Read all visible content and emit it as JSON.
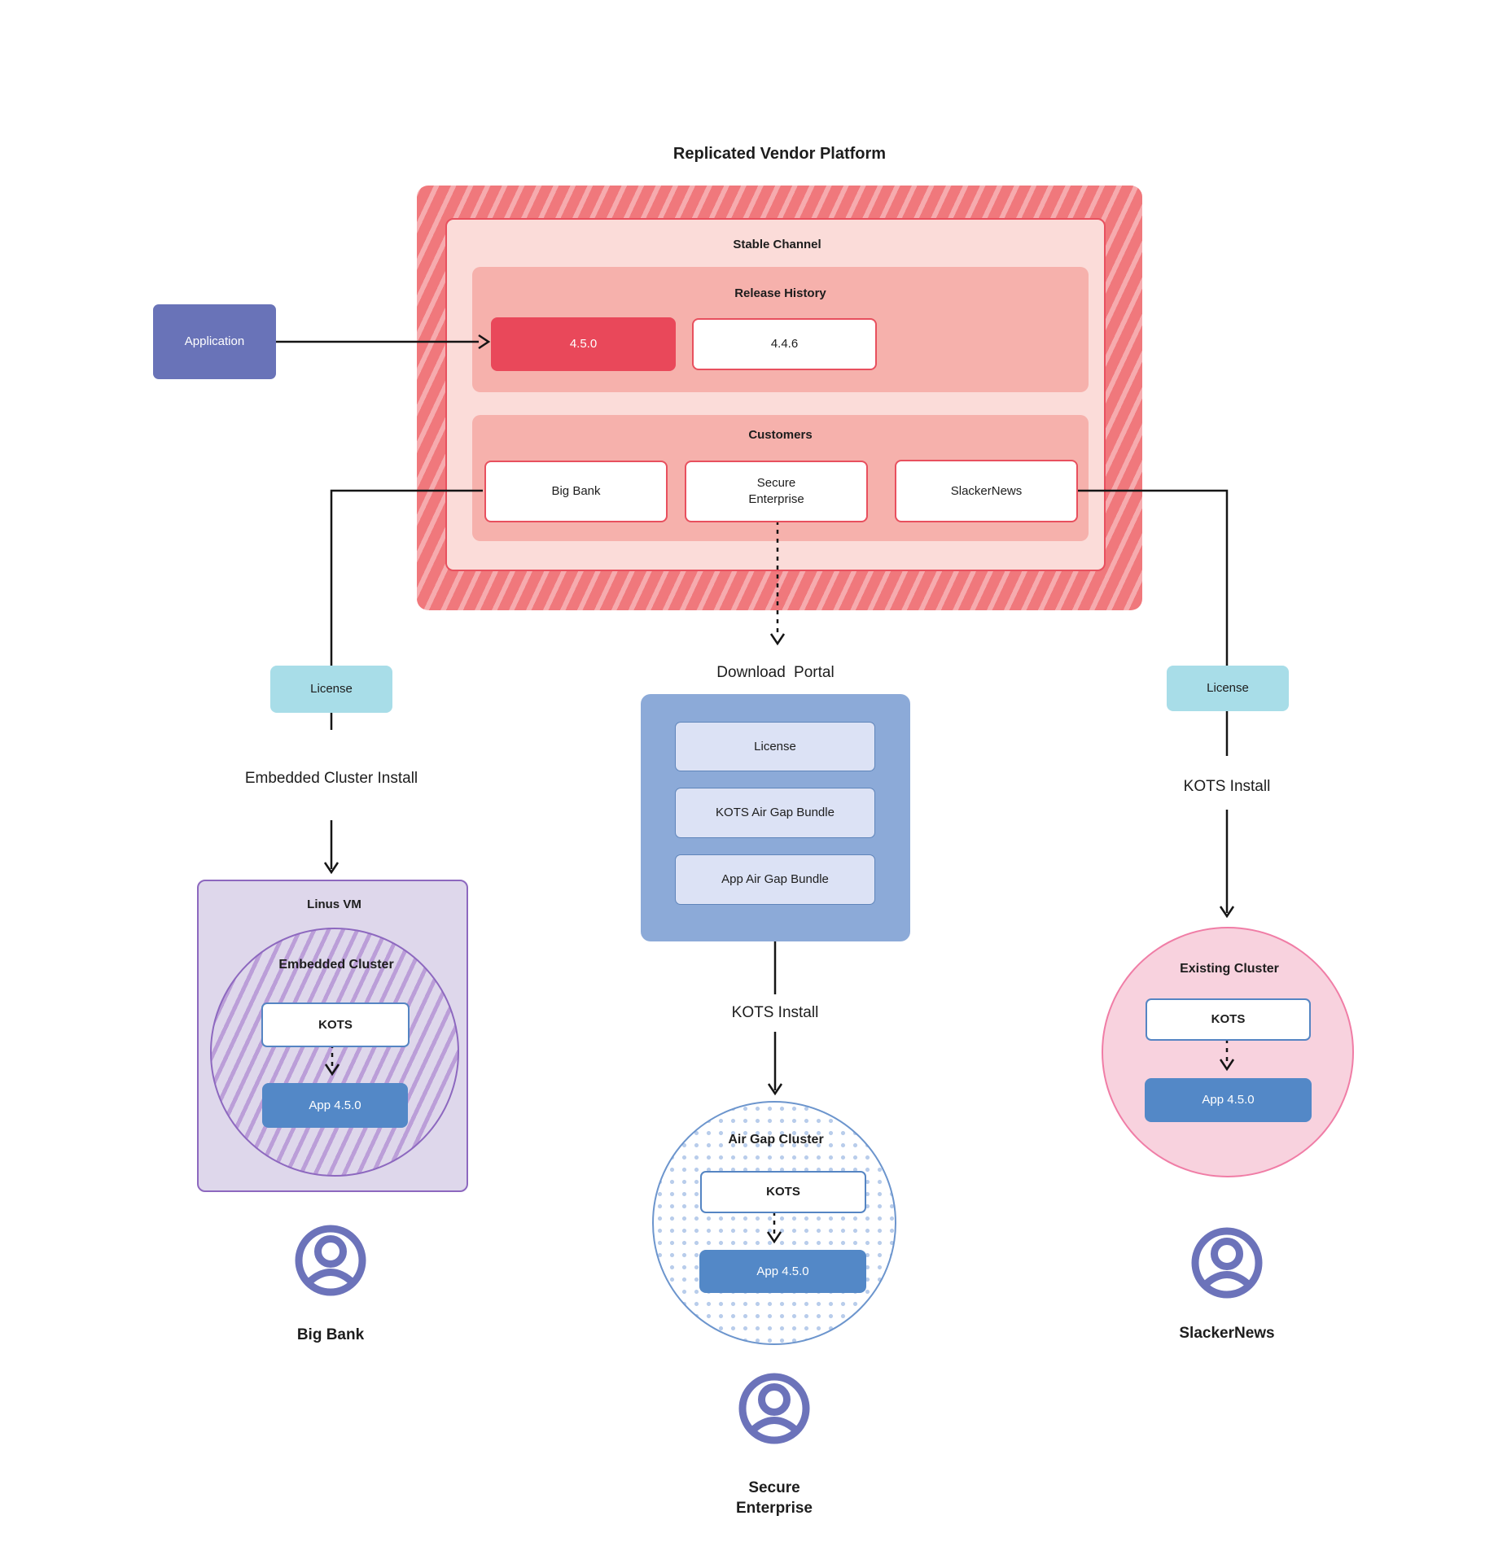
{
  "title": "Replicated Vendor Platform",
  "theme": {
    "red": "#e9485a",
    "salmon": "#f6b1ac",
    "pink_light": "#fbdcd9",
    "hatch_base": "#f0787c",
    "indigo": "#6973b8",
    "teal": "#a8dde8",
    "portal_blue": "#8caad8",
    "portal_item": "#dce2f5",
    "lavender": "#ded7eb",
    "purple": "#8d68bf",
    "app_blue": "#5388c7",
    "pink_circle": "#f8d2de",
    "person_purple": "#6c73ba"
  },
  "platform": {
    "stable_channel": {
      "label": "Stable Channel"
    },
    "release_history": {
      "label": "Release History",
      "releases": [
        {
          "version": "4.5.0",
          "current": true
        },
        {
          "version": "4.4.6",
          "current": false
        }
      ]
    },
    "customers": {
      "label": "Customers",
      "items": [
        "Big Bank",
        "Secure Enterprise",
        "SlackerNews"
      ]
    }
  },
  "application": {
    "label": "Application"
  },
  "branches": {
    "left": {
      "license": "License",
      "install": "Embedded Cluster Install",
      "vm": "Linus VM",
      "cluster": "Embedded Cluster",
      "kots": "KOTS",
      "app": "App 4.5.0",
      "persona": "Big Bank"
    },
    "middle": {
      "portal_title": "Download Portal",
      "portal_items": [
        "License",
        "KOTS Air Gap Bundle",
        "App Air Gap Bundle"
      ],
      "install": "KOTS Install",
      "cluster": "Air Gap Cluster",
      "kots": "KOTS",
      "app": "App 4.5.0",
      "persona": "Secure Enterprise"
    },
    "right": {
      "license": "License",
      "install": "KOTS Install",
      "cluster": "Existing Cluster",
      "kots": "KOTS",
      "app": "App 4.5.0",
      "persona": "SlackerNews"
    }
  }
}
